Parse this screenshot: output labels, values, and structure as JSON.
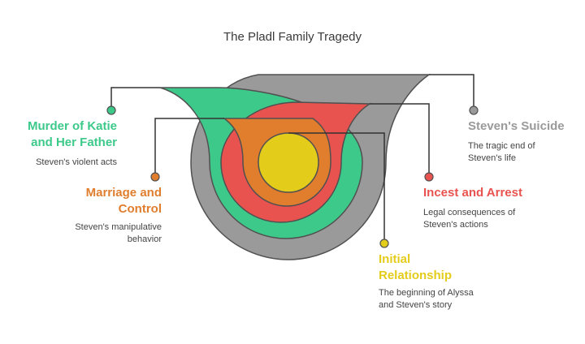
{
  "title": "The Pladl Family Tragedy",
  "colors": {
    "green": "#3DC98A",
    "orange": "#E07E2E",
    "red": "#E8534F",
    "gray": "#9A9A9A",
    "yellow": "#E4CC1B",
    "outline": "#505050",
    "leader": "#333333"
  },
  "items": [
    {
      "key": "murder",
      "title_lines": [
        "Murder of Katie",
        "and Her Father"
      ],
      "desc_lines": [
        "Steven's violent acts"
      ],
      "color": "#3DC98A"
    },
    {
      "key": "marriage",
      "title_lines": [
        "Marriage and",
        "Control"
      ],
      "desc_lines": [
        "Steven's manipulative",
        "behavior"
      ],
      "color": "#E07E2E"
    },
    {
      "key": "suicide",
      "title_lines": [
        "Steven's Suicide"
      ],
      "desc_lines": [
        "The tragic end of",
        "Steven's life"
      ],
      "color": "#9A9A9A"
    },
    {
      "key": "incest",
      "title_lines": [
        "Incest and Arrest"
      ],
      "desc_lines": [
        "Legal consequences of",
        "Steven's actions"
      ],
      "color": "#E8534F"
    },
    {
      "key": "initial",
      "title_lines": [
        "Initial",
        "Relationship"
      ],
      "desc_lines": [
        "The beginning of Alyssa",
        "and Steven's story"
      ],
      "color": "#E4CC1B"
    }
  ]
}
